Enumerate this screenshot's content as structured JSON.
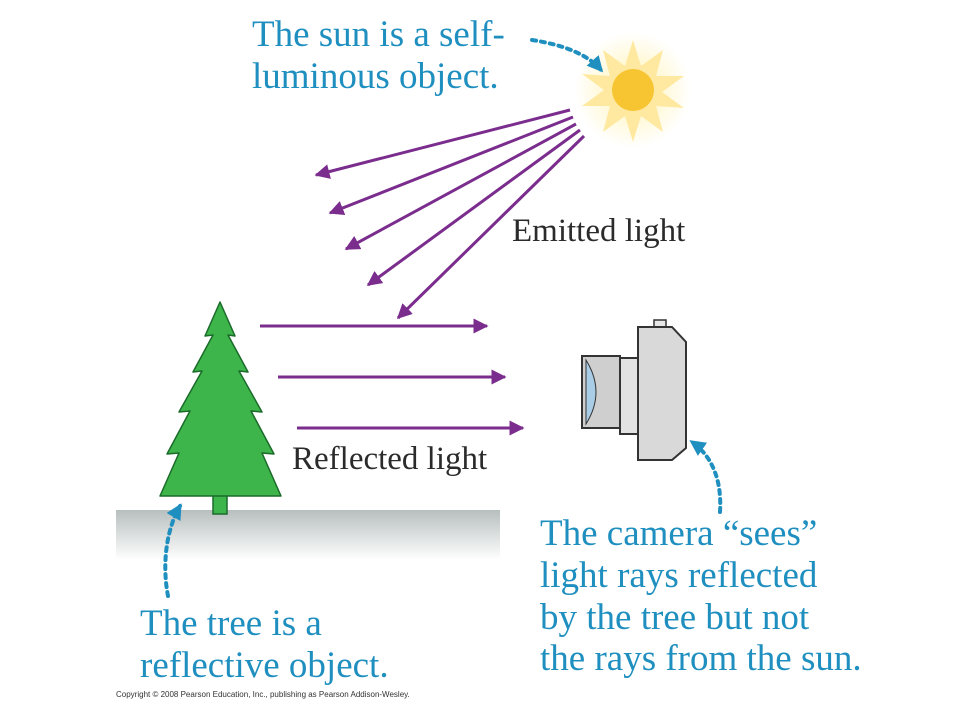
{
  "labels": {
    "sun_callout": [
      "The sun is a self-",
      "luminous object."
    ],
    "emitted_light": "Emitted light",
    "reflected_light": "Reflected light",
    "tree_callout": [
      "The tree is a",
      "reflective object."
    ],
    "camera_callout": [
      "The camera “sees”",
      "light rays reflected",
      "by the tree but not",
      "the rays from the sun."
    ],
    "copyright": "Copyright © 2008 Pearson Education, Inc., publishing as Pearson Addison-Wesley."
  },
  "colors": {
    "callout_text": "#1f8fbf",
    "ray": "#7b2d8e",
    "tree": "#3db54a",
    "sun": "#f7c531",
    "ground": "#c9d0cf"
  },
  "icons": [
    "sun-icon",
    "tree-icon",
    "camera-icon"
  ]
}
